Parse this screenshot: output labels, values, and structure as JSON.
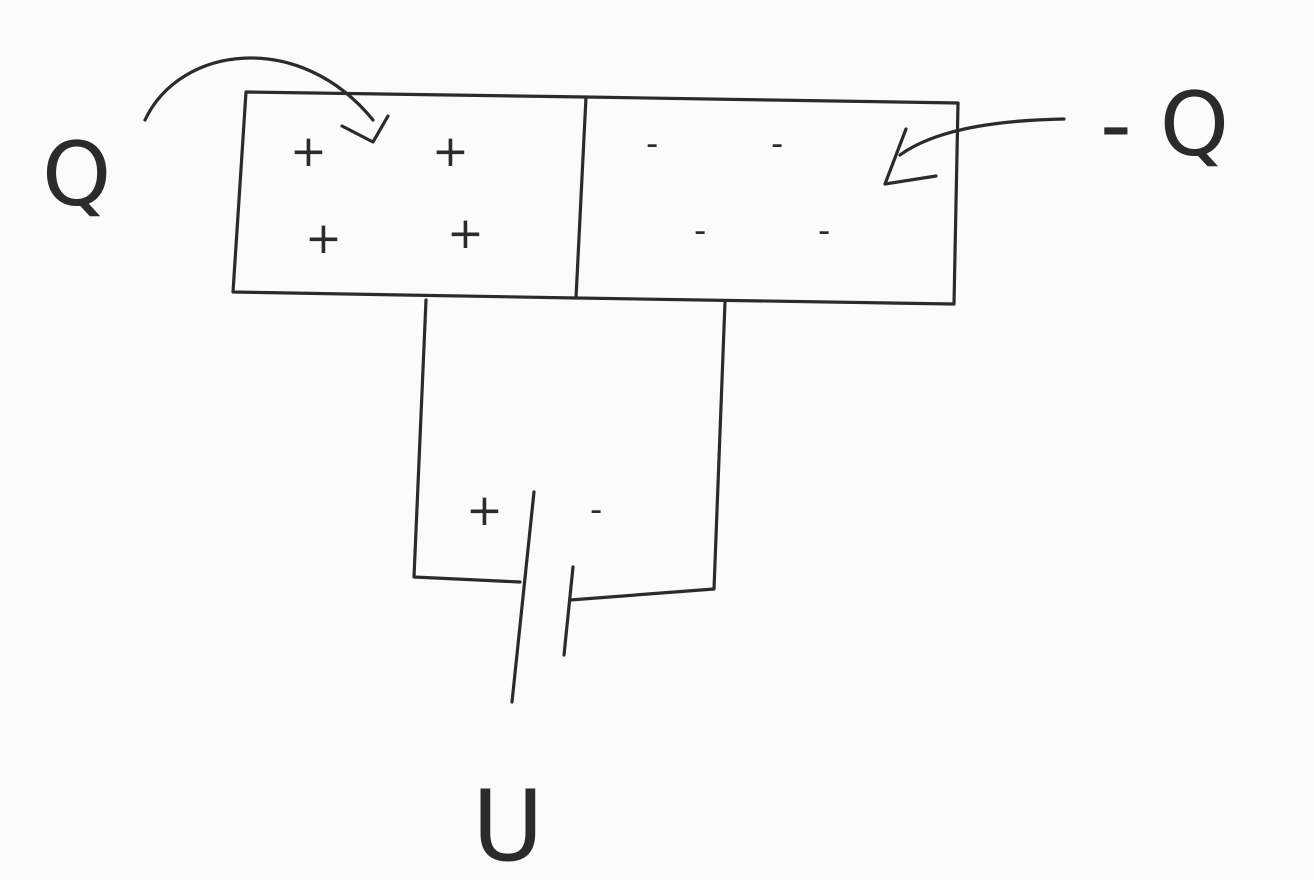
{
  "diagram": {
    "labels": {
      "left_charge": "Q",
      "right_charge": "- Q",
      "voltage": "U"
    },
    "left_plate_signs": [
      "+",
      "+",
      "+",
      "+"
    ],
    "right_plate_signs": [
      "-",
      "-",
      "-",
      "-"
    ],
    "battery_signs": {
      "positive": "+",
      "negative": "-"
    },
    "colors": {
      "ink": "#2b2b2b",
      "paper": "#fbfbfb"
    }
  }
}
